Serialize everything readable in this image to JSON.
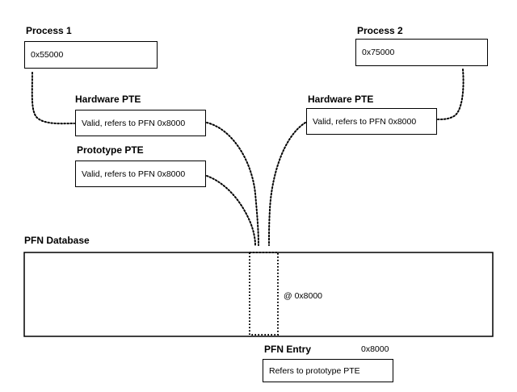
{
  "process1": {
    "title": "Process 1",
    "address": "0x55000"
  },
  "process2": {
    "title": "Process 2",
    "address": "0x75000"
  },
  "hardware_pte_left": {
    "title": "Hardware PTE",
    "text": "Valid, refers to PFN 0x8000"
  },
  "hardware_pte_right": {
    "title": "Hardware PTE",
    "text": "Valid, refers to PFN 0x8000"
  },
  "prototype_pte": {
    "title": "Prototype PTE",
    "text": "Valid, refers to PFN 0x8000"
  },
  "pfn_database": {
    "title": "PFN Database",
    "slot_label": "@ 0x8000"
  },
  "pfn_entry": {
    "title": "PFN Entry",
    "address": "0x8000",
    "text": "Refers to prototype PTE"
  }
}
